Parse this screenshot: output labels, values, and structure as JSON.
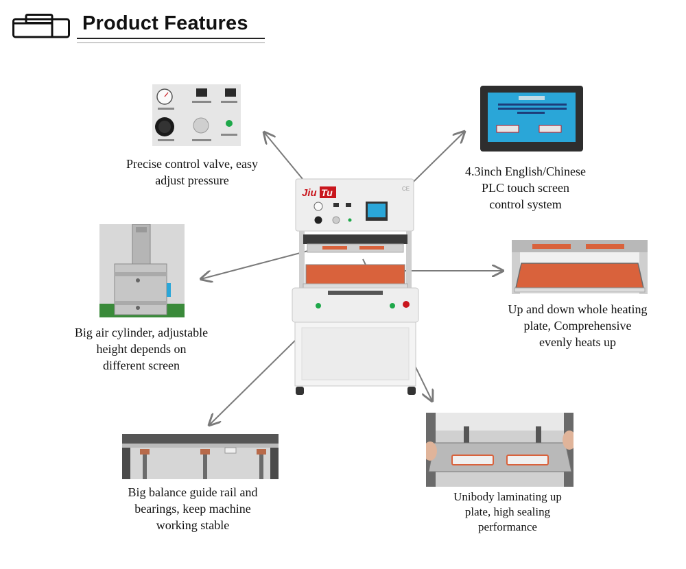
{
  "header": {
    "title": "Product Features"
  },
  "machine": {
    "brand_part1": "Jiu",
    "brand_part2": "Tu",
    "ce_mark": "CE"
  },
  "features": {
    "valve": {
      "lines": [
        "Precise control valve, easy",
        "adjust pressure"
      ]
    },
    "touchscreen": {
      "lines": [
        "4.3inch English/Chinese",
        "PLC touch screen",
        "control system"
      ]
    },
    "cylinder": {
      "lines": [
        "Big air cylinder, adjustable",
        "height depends on",
        "different screen"
      ]
    },
    "heating": {
      "lines": [
        "Up and down whole heating",
        "plate, Comprehensive",
        "evenly heats up"
      ]
    },
    "rail": {
      "lines": [
        "Big balance guide rail and",
        "bearings, keep machine",
        "working stable"
      ]
    },
    "laminating": {
      "lines": [
        "Unibody laminating up",
        "plate,  high sealing",
        "performance"
      ]
    }
  },
  "colors": {
    "heating_plate": "#d9623c",
    "brand_red": "#c9161d",
    "screen_blue": "#2aa6d8",
    "arrow": "#7a7a7a"
  }
}
